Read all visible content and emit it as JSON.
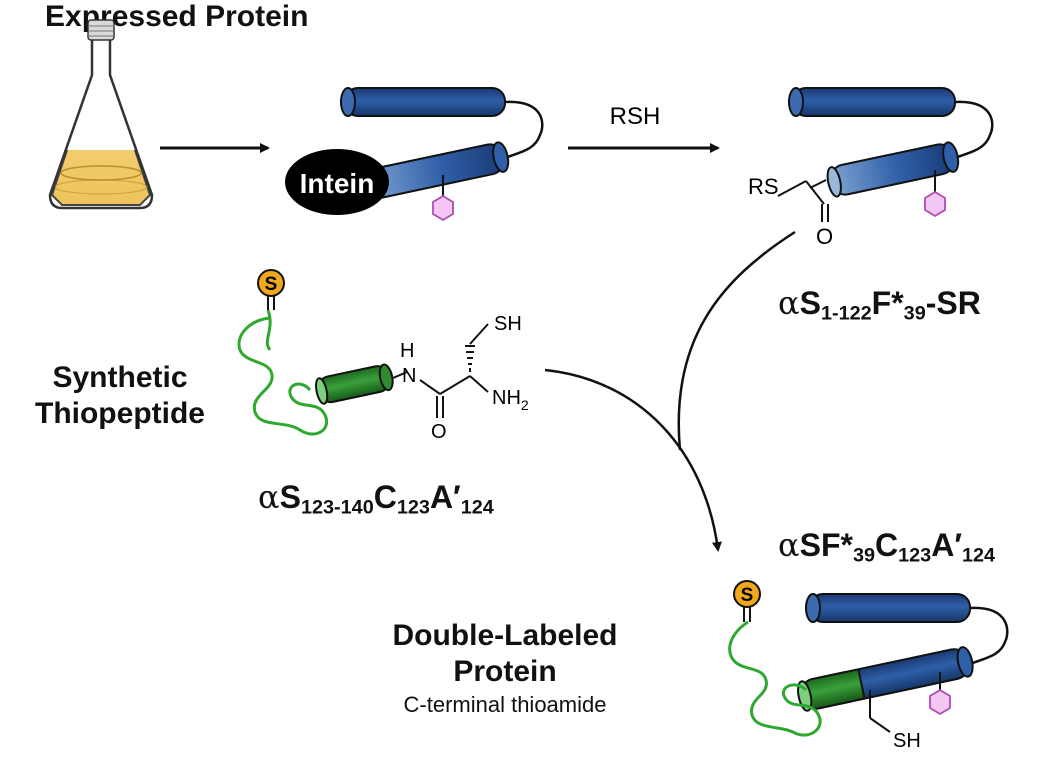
{
  "title": "Expressed Protein",
  "arrow_reagent": "RSH",
  "intein_label": "Intein",
  "synthetic_label": {
    "line1": "Synthetic",
    "line2": "Thiopeptide"
  },
  "double_label": {
    "line1": "Double-Labeled",
    "line2": "Protein",
    "line3": "C-terminal thioamide"
  },
  "thioester_name": {
    "alpha": "α",
    "a": "S",
    "b": "1-122",
    "c": "F*",
    "d": "39",
    "e": "-SR"
  },
  "peptide_name": {
    "alpha": "α",
    "a": "S",
    "b": "123-140",
    "c": "C",
    "d": "123",
    "e": "A′",
    "f": "124"
  },
  "product_name": {
    "alpha": "α",
    "a": "SF*",
    "b": "39",
    "c": "C",
    "d": "123",
    "e": "A′",
    "f": "124"
  },
  "chem": {
    "rs": "RS",
    "o": "O",
    "s": "S",
    "sh": "SH",
    "h": "H",
    "n": "N",
    "nh2": "NH",
    "two": "2"
  },
  "colors": {
    "helix_blue": "#1f4d8f",
    "helix_green": "#2e8b2e",
    "linker_green": "#2ea82e",
    "sulfur_fill": "#f2a81d",
    "hexagon": "#d98ad9",
    "flask_liquid": "#f5d27a"
  }
}
